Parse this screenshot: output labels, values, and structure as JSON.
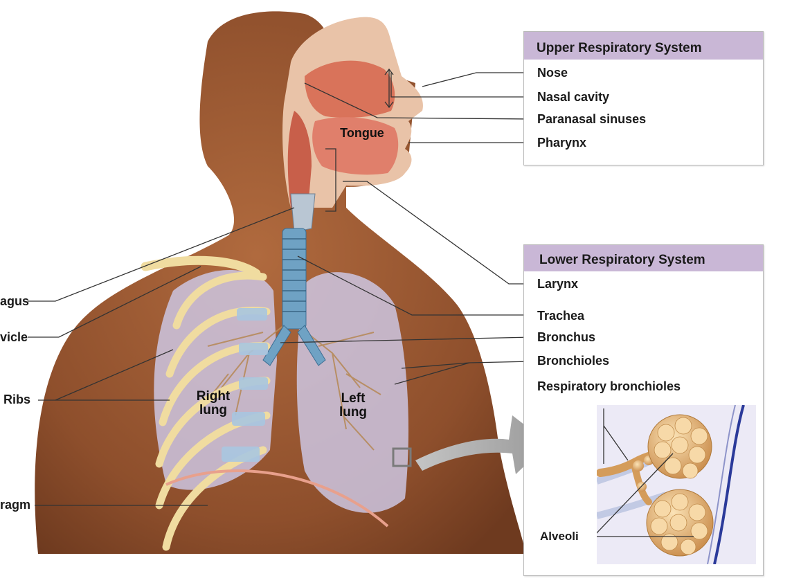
{
  "upper_panel": {
    "title": "Upper Respiratory System",
    "labels": [
      "Nose",
      "Nasal cavity",
      "Paranasal sinuses",
      "Pharynx"
    ]
  },
  "lower_panel": {
    "title": "Lower Respiratory System",
    "labels": [
      "Larynx",
      "Trachea",
      "Bronchus",
      "Bronchioles",
      "Respiratory bronchioles"
    ]
  },
  "inset": {
    "alveoli_label": "Alveoli"
  },
  "left_labels": [
    "agus",
    "vicle",
    "Ribs",
    "ragm"
  ],
  "organ_labels": {
    "tongue": "Tongue",
    "right_lung_line1": "Right",
    "right_lung_line2": "lung",
    "left_lung_line1": "Left",
    "left_lung_line2": "lung"
  },
  "colors": {
    "panel_header": "#c9b7d6",
    "skin": "#9a5a34",
    "lung": "#cdc6e2",
    "trachea": "#6fa2c4",
    "rib": "#f0dca0",
    "nasal": "#d9735a",
    "alveoli": "#dca86a"
  }
}
